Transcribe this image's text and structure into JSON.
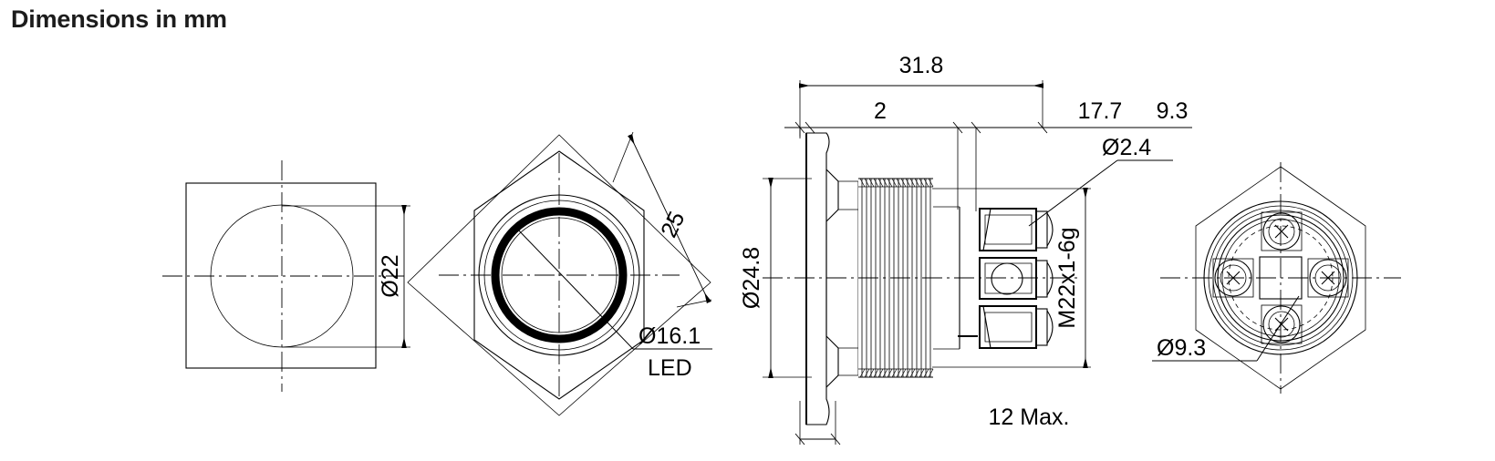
{
  "page": {
    "title": "Dimensions in mm",
    "background": "#ffffff",
    "line_color": "#000000",
    "units": "mm",
    "drawing_type": "engineering-orthographic-projection",
    "subject": "22 mm panel-mount illuminated pushbutton switch"
  },
  "views": [
    {
      "id": "panel-cutout-view",
      "name": "Panel cut-out / square plate view",
      "labels": [
        {
          "id": "d22",
          "text": "Ø22",
          "rotation": -90
        }
      ]
    },
    {
      "id": "front-view",
      "name": "Front view with LED ring",
      "labels": [
        {
          "id": "across-corners",
          "text": "25",
          "rotation": -55
        },
        {
          "id": "led-diameter",
          "text": "Ø16.1",
          "rotation": 0
        },
        {
          "id": "led-caption",
          "text": "LED",
          "rotation": 0
        }
      ]
    },
    {
      "id": "side-section-view",
      "name": "Side sectional view",
      "labels": [
        {
          "id": "overall-length",
          "text": "31.8",
          "rotation": 0
        },
        {
          "id": "flange-thickness",
          "text": "2",
          "rotation": 0
        },
        {
          "id": "terminal-block-length",
          "text": "17.7",
          "rotation": 0
        },
        {
          "id": "terminal-spacing",
          "text": "9.3",
          "rotation": 0
        },
        {
          "id": "terminal-hole",
          "text": "Ø2.4",
          "rotation": 0
        },
        {
          "id": "flange-diameter",
          "text": "Ø24.8",
          "rotation": -90
        },
        {
          "id": "thread-spec",
          "text": "M22x1-6g",
          "rotation": -90
        },
        {
          "id": "panel-thickness",
          "text": "12 Max.",
          "rotation": 0
        }
      ]
    },
    {
      "id": "rear-view",
      "name": "Rear view with screw terminals",
      "labels": [
        {
          "id": "terminal-circle",
          "text": "Ø9.3",
          "rotation": 0
        }
      ]
    }
  ],
  "dimensions": {
    "d22": "Ø22",
    "across_corners": "25",
    "led_diameter": "Ø16.1",
    "led_caption": "LED",
    "overall_length": "31.8",
    "flange_thickness": "2",
    "terminal_block_length": "17.7",
    "terminal_spacing": "9.3",
    "terminal_hole": "Ø2.4",
    "flange_diameter": "Ø24.8",
    "thread_spec": "M22x1-6g",
    "panel_thickness": "12 Max.",
    "terminal_circle": "Ø9.3"
  }
}
